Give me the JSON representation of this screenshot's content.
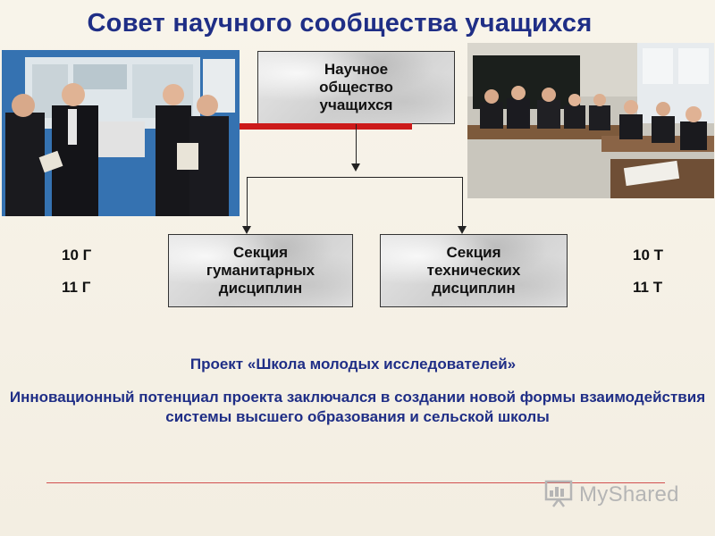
{
  "slide": {
    "title": "Совет научного сообщества учащихся",
    "diagram": {
      "top_box": "Научное\nобщество\nучащихся",
      "left_box": "Секция\nгуманитарных\nдисциплин",
      "right_box": "Секция\nтехнических\nдисциплин"
    },
    "grades_left": [
      "10 Г",
      "11 Г"
    ],
    "grades_right": [
      "10 Т",
      "11 Т"
    ],
    "project_title": "Проект «Школа молодых исследователей»",
    "project_description": "Инновационный потенциал проекта заключался в создании новой формы взаимодействия системы высшего образования и сельской школы",
    "watermark": "MyShared"
  },
  "colors": {
    "title": "#1f2e86",
    "accent_bar": "#cc1a1a",
    "footer_line": "#d25050",
    "watermark": "#b5b5b5"
  },
  "icons": {
    "watermark_logo": "presentation-board-icon"
  }
}
